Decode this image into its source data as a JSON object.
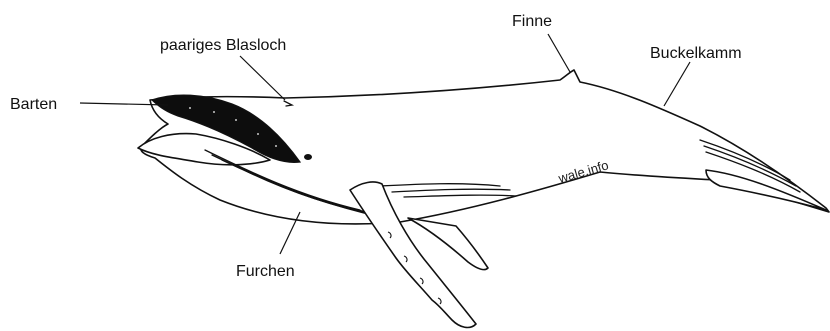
{
  "labels": {
    "baleen": "Barten",
    "blowhole": "paariges Blasloch",
    "fin": "Finne",
    "hump": "Buckelkamm",
    "grooves": "Furchen"
  },
  "watermark": "wale.info",
  "colors": {
    "ink": "#111111",
    "background": "#ffffff",
    "baleen_fill": "#0d0d0d"
  }
}
